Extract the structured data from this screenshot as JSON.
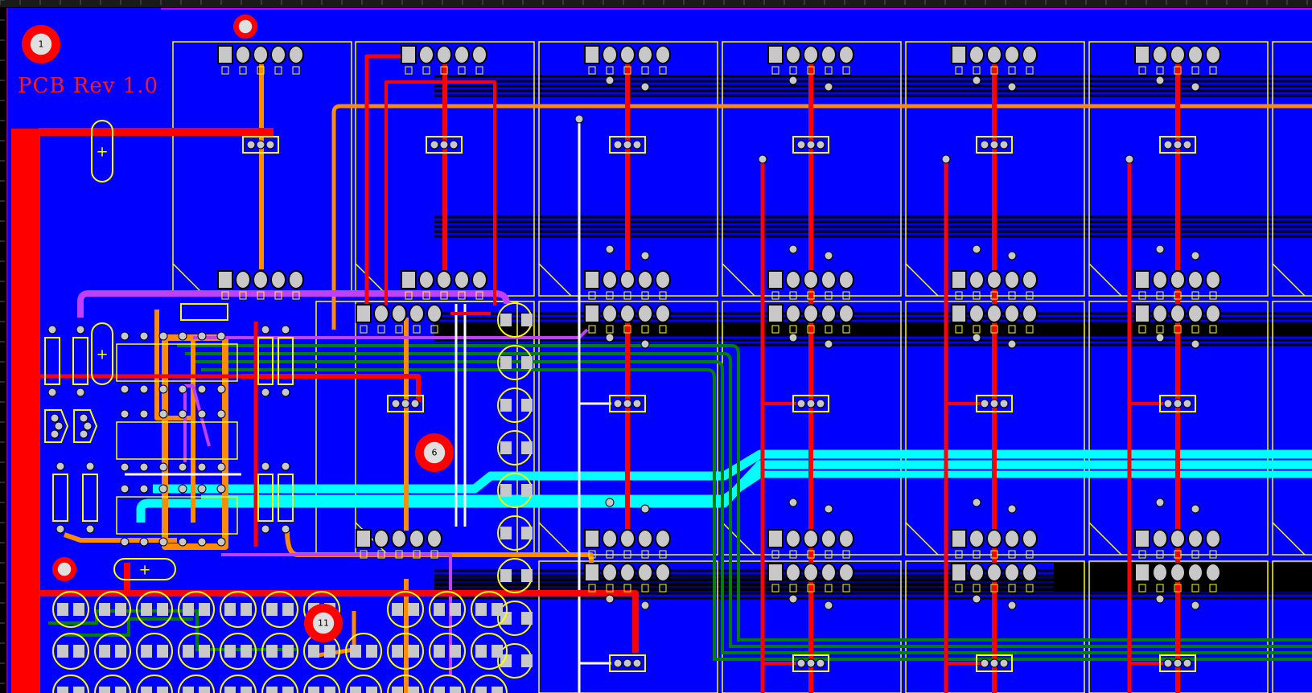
{
  "board": {
    "revision_text": "PCB Rev 1.0",
    "mount_hole_labels": [
      "1",
      "6",
      "11"
    ],
    "polarity_mark": "+"
  },
  "colors": {
    "background": "#000000",
    "copper_pour": "#0000ff",
    "top_trace": "#ff0000",
    "trace_orange": "#ff8c00",
    "trace_cyan": "#00ffff",
    "trace_green": "#008000",
    "trace_purple": "#c040ff",
    "trace_white": "#ffffff",
    "silkscreen": "#ffff00",
    "pad": "#c8c8c8",
    "board_outline": "#ff00ff"
  },
  "icons": {
    "mount_hole": "circle-red-ring",
    "pad": "square-grey-pad",
    "via": "small-circle"
  }
}
